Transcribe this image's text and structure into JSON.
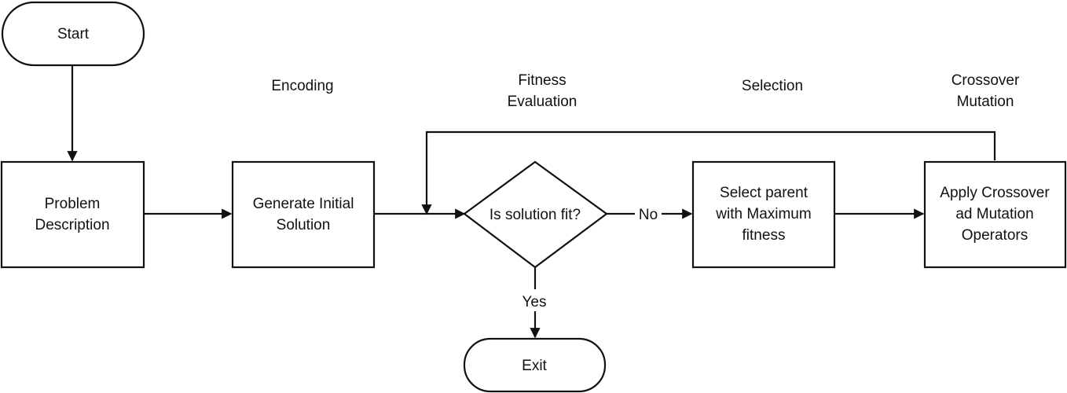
{
  "stages": {
    "encoding": "Encoding",
    "fitness_line1": "Fitness",
    "fitness_line2": "Evaluation",
    "selection": "Selection",
    "crossover_line1": "Crossover",
    "crossover_line2": "Mutation"
  },
  "nodes": {
    "start": "Start",
    "problem_line1": "Problem",
    "problem_line2": "Description",
    "generate_line1": "Generate Initial",
    "generate_line2": "Solution",
    "decision": "Is solution fit?",
    "select_line1": "Select parent",
    "select_line2": "with Maximum",
    "select_line3": "fitness",
    "apply_line1": "Apply Crossover",
    "apply_line2": "ad Mutation",
    "apply_line3": "Operators",
    "exit": "Exit"
  },
  "edges": {
    "no_label": "No",
    "yes_label": "Yes"
  },
  "colors": {
    "stroke": "#111111",
    "fill": "#ffffff",
    "text": "#111111"
  }
}
